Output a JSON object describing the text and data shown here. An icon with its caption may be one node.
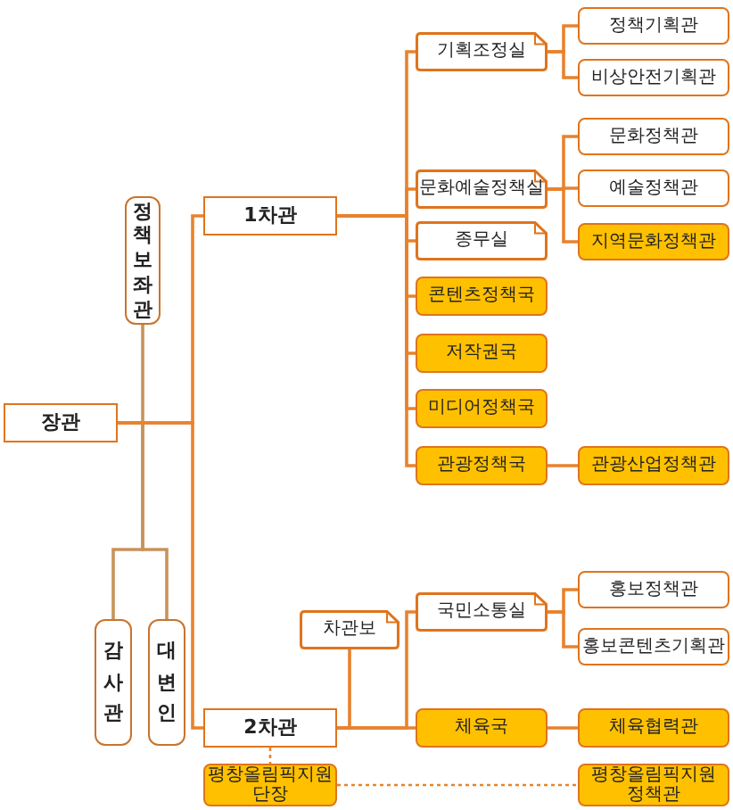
{
  "diagram": {
    "nodes": [
      {
        "text": [
          "장관"
        ]
      },
      {
        "text": [
          "정책보좌관"
        ]
      },
      {
        "text": [
          "감사관"
        ]
      },
      {
        "text": [
          "대변인"
        ]
      },
      {
        "text": [
          "1차관"
        ]
      },
      {
        "text": [
          "기획조정실"
        ]
      },
      {
        "text": [
          "정책기획관"
        ]
      },
      {
        "text": [
          "비상안전기획관"
        ]
      },
      {
        "text": [
          "문화예술정책실"
        ]
      },
      {
        "text": [
          "문화정책관"
        ]
      },
      {
        "text": [
          "예술정책관"
        ]
      },
      {
        "text": [
          "지역문화정책관"
        ]
      },
      {
        "text": [
          "종무실"
        ]
      },
      {
        "text": [
          "콘텐츠정책국"
        ]
      },
      {
        "text": [
          "저작권국"
        ]
      },
      {
        "text": [
          "미디어정책국"
        ]
      },
      {
        "text": [
          "관광정책국"
        ]
      },
      {
        "text": [
          "관광산업정책관"
        ]
      },
      {
        "text": [
          "차관보"
        ]
      },
      {
        "text": [
          "국민소통실"
        ]
      },
      {
        "text": [
          "홍보정책관"
        ]
      },
      {
        "text": [
          "홍보콘텐츠기획관"
        ]
      },
      {
        "text": [
          "2차관"
        ]
      },
      {
        "text": [
          "체육국"
        ]
      },
      {
        "text": [
          "체육협력관"
        ]
      },
      {
        "text": [
          "평창올림픽지원단장"
        ]
      },
      {
        "text": [
          "평창올림픽지원정책관"
        ]
      }
    ],
    "edges": [
      {
        "from": 0,
        "to": 1,
        "arrow": "none",
        "color": "#c8935a"
      },
      {
        "from": 0,
        "to": 2,
        "arrow": "none",
        "color": "#c8935a"
      },
      {
        "from": 0,
        "to": 3,
        "arrow": "none",
        "color": "#c8935a"
      },
      {
        "from": 0,
        "to": 4,
        "arrow": "none"
      },
      {
        "from": 0,
        "to": 22,
        "arrow": "none"
      },
      {
        "from": 4,
        "to": 5,
        "arrow": "none"
      },
      {
        "from": 4,
        "to": 8,
        "arrow": "none"
      },
      {
        "from": 4,
        "to": 12,
        "arrow": "none"
      },
      {
        "from": 4,
        "to": 13,
        "arrow": "none"
      },
      {
        "from": 4,
        "to": 14,
        "arrow": "none"
      },
      {
        "from": 4,
        "to": 15,
        "arrow": "none"
      },
      {
        "from": 4,
        "to": 16,
        "arrow": "none"
      },
      {
        "from": 5,
        "to": 6,
        "arrow": "none"
      },
      {
        "from": 5,
        "to": 7,
        "arrow": "none"
      },
      {
        "from": 8,
        "to": 9,
        "arrow": "none"
      },
      {
        "from": 8,
        "to": 10,
        "arrow": "none"
      },
      {
        "from": 8,
        "to": 11,
        "arrow": "none"
      },
      {
        "from": 16,
        "to": 17,
        "arrow": "none"
      },
      {
        "from": 22,
        "to": 18,
        "arrow": "none"
      },
      {
        "from": 22,
        "to": 19,
        "arrow": "none"
      },
      {
        "from": 22,
        "to": 23,
        "arrow": "none"
      },
      {
        "from": 19,
        "to": 20,
        "arrow": "none"
      },
      {
        "from": 19,
        "to": 21,
        "arrow": "none"
      },
      {
        "from": 23,
        "to": 24,
        "arrow": "none"
      },
      {
        "from": 22,
        "to": 25,
        "arrow": "none",
        "style": "dashed"
      },
      {
        "from": 25,
        "to": 26,
        "arrow": "none",
        "style": "dashed"
      }
    ]
  }
}
